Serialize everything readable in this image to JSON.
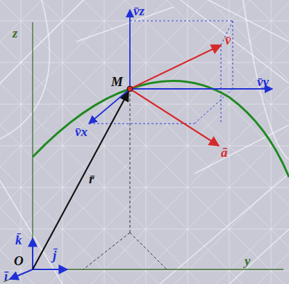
{
  "diagram": {
    "labels": [
      "z",
      "M",
      "v̄z",
      "v̄",
      "v̄y",
      "v̄x",
      "ā",
      "r̄",
      "k̄",
      "j̄",
      "O",
      "ī",
      "y"
    ]
  }
}
